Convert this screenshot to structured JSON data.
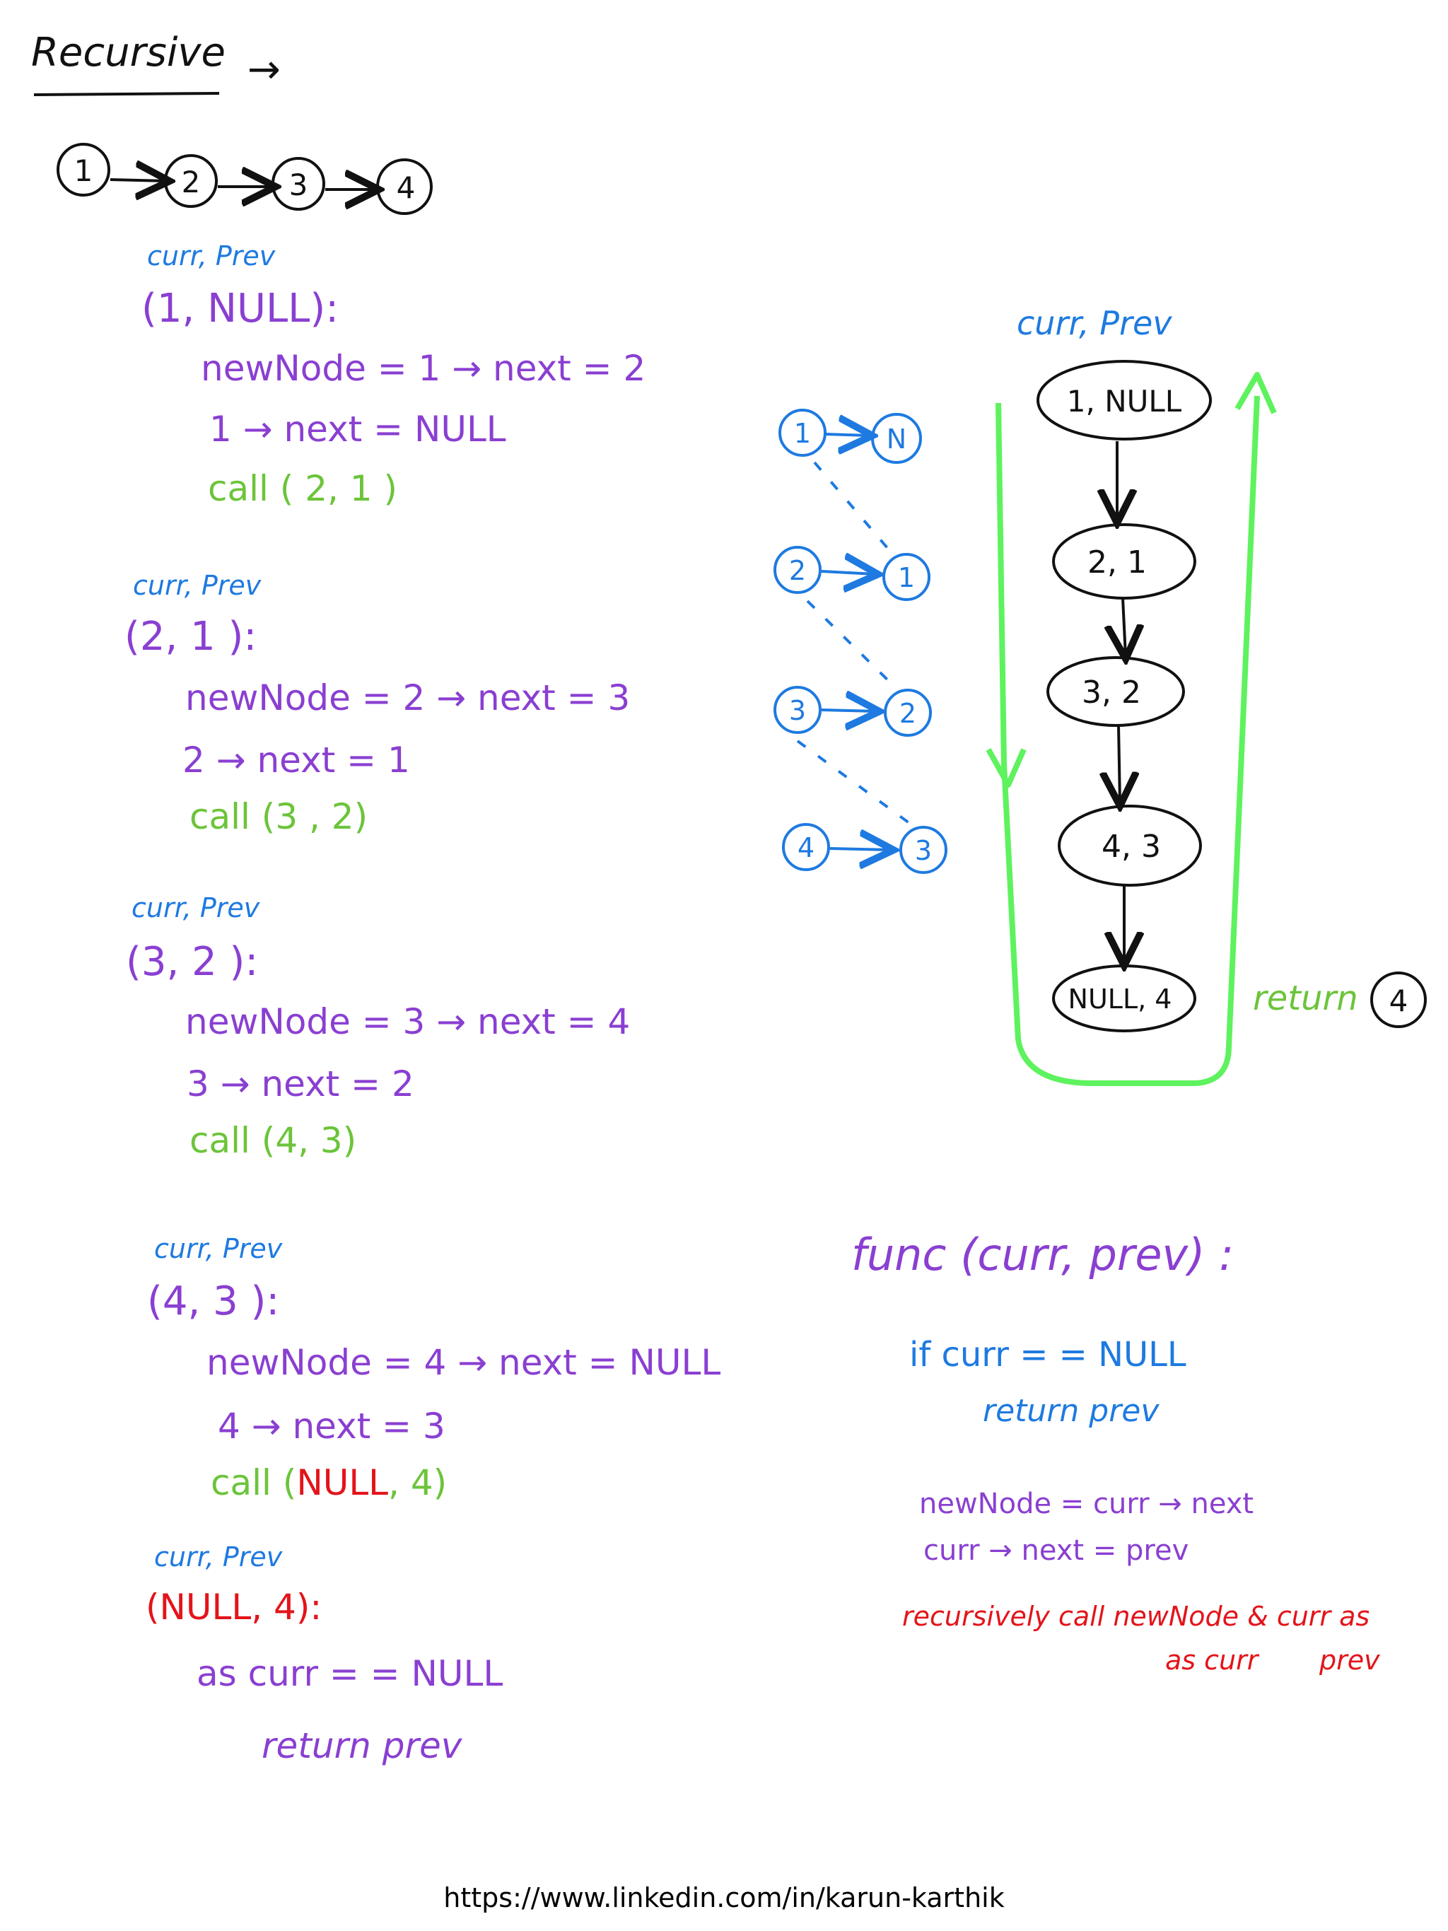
{
  "title": "Recursive",
  "title_arrow": "→",
  "top_list": [
    "1",
    "2",
    "3",
    "4"
  ],
  "steps": [
    {
      "label": "curr, Prev",
      "header": "(1, NULL):",
      "lines": [
        "newNode = 1 → next = 2",
        "1 → next =  NULL"
      ],
      "call": "call ( 2, 1 )"
    },
    {
      "label": "curr, Prev",
      "header": "(2, 1  ):",
      "lines": [
        "newNode = 2 → next = 3",
        "2 → next = 1"
      ],
      "call": "call (3 , 2)"
    },
    {
      "label": "curr, Prev",
      "header": "(3, 2 ):",
      "lines": [
        "newNode = 3 → next = 4",
        "3 → next = 2"
      ],
      "call": "call (4, 3)"
    },
    {
      "label": "curr, Prev",
      "header": "(4, 3 ):",
      "lines": [
        "newNode = 4 → next = NULL",
        "4 → next = 3"
      ],
      "call_prefix": "call (",
      "call_null": "NULL",
      "call_suffix": ", 4)"
    }
  ],
  "last_step": {
    "label": "curr, Prev",
    "header": "(NULL, 4):",
    "line1": "as  curr = = NULL",
    "line2": "return  prev"
  },
  "reversal_pairs": [
    {
      "curr": "1",
      "prev": "N"
    },
    {
      "curr": "2",
      "prev": "1"
    },
    {
      "curr": "3",
      "prev": "2"
    },
    {
      "curr": "4",
      "prev": "3"
    }
  ],
  "tree": {
    "label": "curr, Prev",
    "nodes": [
      "1, NULL",
      "2, 1",
      "3, 2",
      "4, 3",
      "NULL, 4"
    ],
    "return_label": "return",
    "return_value": "4"
  },
  "func": {
    "signature": "func (curr, prev) :",
    "if_line": "if  curr = = NULL",
    "return_line": "return  prev",
    "line1": "newNode = curr → next",
    "line2": "curr → next = prev",
    "note1": "recursively call  newNode & curr as",
    "note2a": "as curr",
    "note2b": "prev"
  },
  "footer": "https://www.linkedin.com/in/karun-karthik",
  "colors": {
    "blue": "#1e7ae0",
    "purple": "#8a3fd1",
    "green": "#6cc43a",
    "bright_green": "#5ef25e",
    "red": "#e3141a",
    "black": "#111111"
  }
}
